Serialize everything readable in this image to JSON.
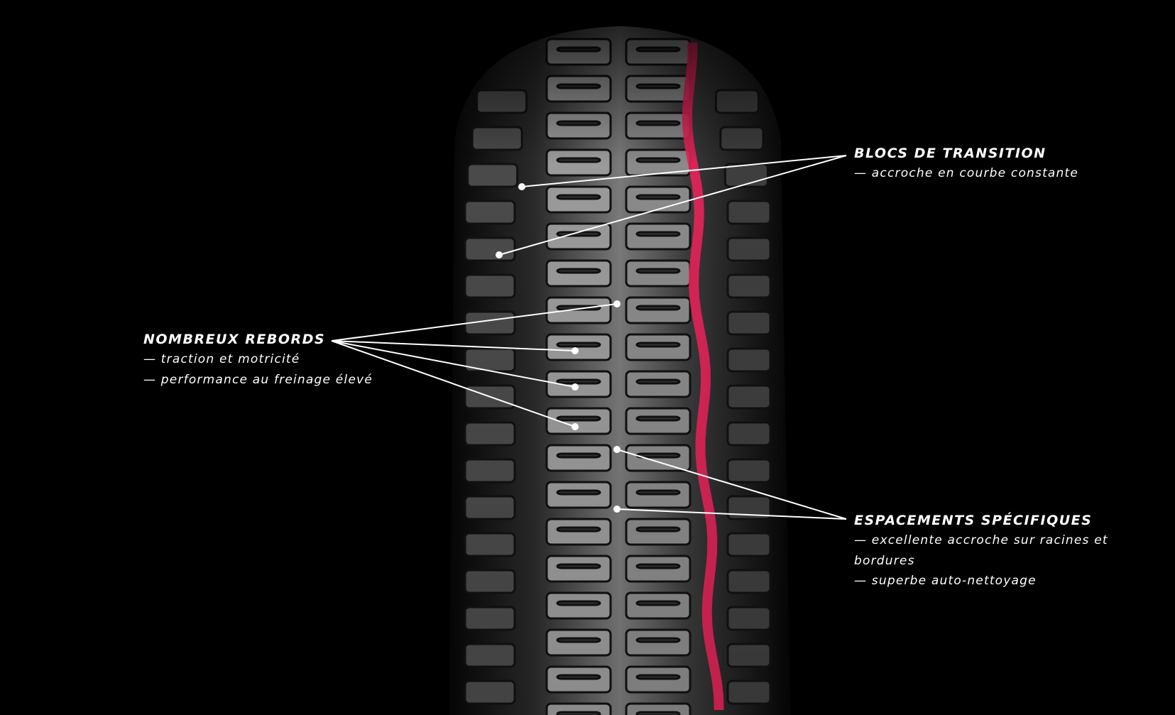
{
  "callouts": {
    "transition": {
      "title": "BLOCS DE TRANSITION",
      "lines": [
        "— accroche en courbe constante"
      ]
    },
    "rebords": {
      "title": "NOMBREUX REBORDS",
      "lines": [
        "— traction et motricité",
        "— performance au freinage élevé"
      ]
    },
    "espacements": {
      "title": "ESPACEMENTS SPÉCIFIQUES",
      "lines": [
        "— excellente accroche sur racines et bordures",
        "— superbe auto-nettoyage"
      ]
    }
  },
  "colors": {
    "background": "#000000",
    "stripe": "#e8245a",
    "text": "#ffffff"
  },
  "image": {
    "subject": "tire-tread-icon"
  }
}
